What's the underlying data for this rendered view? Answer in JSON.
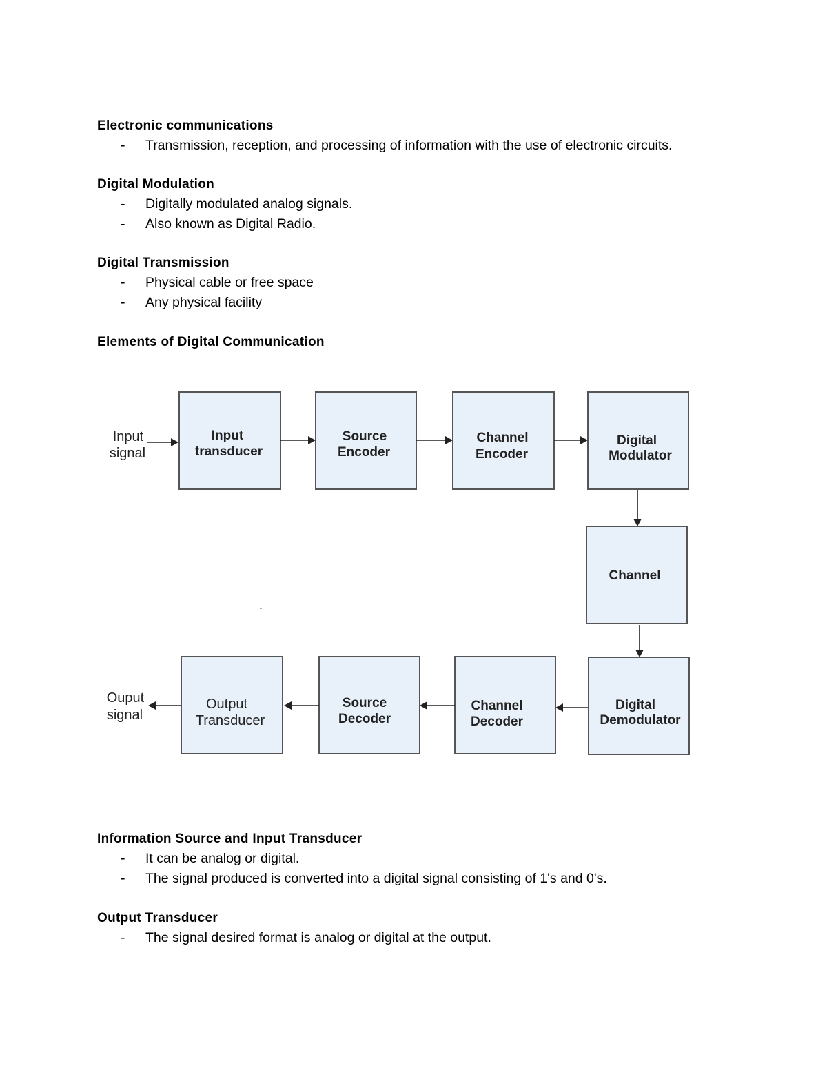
{
  "sections": [
    {
      "heading": "Electronic communications",
      "bullets": [
        "Transmission, reception, and processing of information with the use of electronic circuits."
      ]
    },
    {
      "heading": "Digital Modulation",
      "bullets": [
        "Digitally modulated analog signals.",
        "Also known as Digital Radio."
      ]
    },
    {
      "heading": "Digital Transmission",
      "bullets": [
        "Physical cable or free space",
        "Any physical facility"
      ]
    },
    {
      "heading": "Elements of Digital Communication",
      "bullets": []
    },
    {
      "heading": "Information Source and Input Transducer",
      "bullets": [
        "It can be analog or digital.",
        "The signal produced is converted into a digital signal consisting of 1's and 0's."
      ]
    },
    {
      "heading": "Output Transducer",
      "bullets": [
        "The signal desired format is analog or digital at the output."
      ]
    }
  ],
  "bullet_marker": "-",
  "diagram": {
    "input_signal": [
      "Input",
      "signal"
    ],
    "output_signal": [
      "Ouput",
      "signal"
    ],
    "blocks": {
      "input_transducer": [
        "Input",
        "transducer"
      ],
      "source_encoder": [
        "Source",
        "Encoder"
      ],
      "channel_encoder": [
        "Channel",
        "Encoder"
      ],
      "digital_modulator": [
        "Digital",
        "Modulator"
      ],
      "channel": [
        "Channel"
      ],
      "digital_demodulator": [
        "Digital",
        "Demodulator"
      ],
      "channel_decoder": [
        "Channel",
        "Decoder"
      ],
      "source_decoder": [
        "Source",
        "Decoder"
      ],
      "output_transducer": [
        "Output",
        "Transducer"
      ]
    },
    "stray_mark": "."
  }
}
